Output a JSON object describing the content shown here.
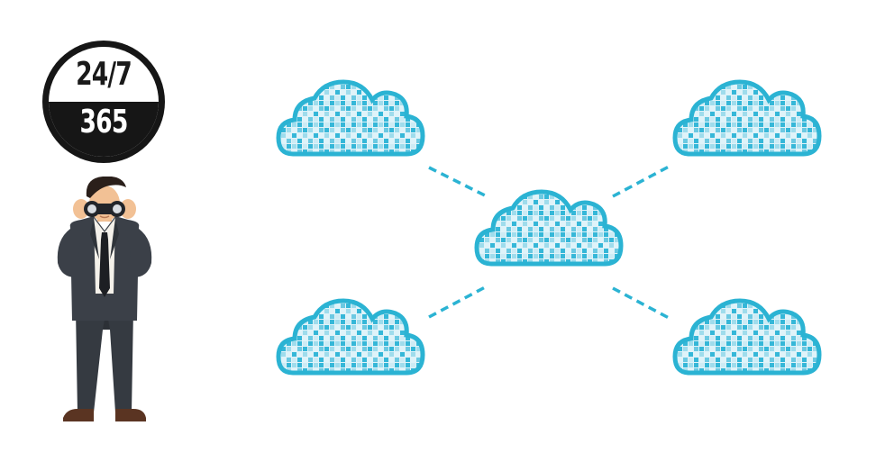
{
  "badge": {
    "top_text": "24/7",
    "bottom_text": "365"
  },
  "icons": {
    "badge": "clock-availability-badge-icon",
    "person": "person-with-binoculars-icon",
    "cloud": "cloud-icon",
    "connector": "dashed-connector-line"
  },
  "colors": {
    "cloud_outline": "#2bb3d3",
    "cloud_fill": "#d7f0f7",
    "cloud_pixel_dark": "#35b7d8",
    "cloud_pixel_light": "#9fdcec",
    "badge_dark": "#161616",
    "suit": "#3a3f46",
    "skin": "#f2c195"
  }
}
